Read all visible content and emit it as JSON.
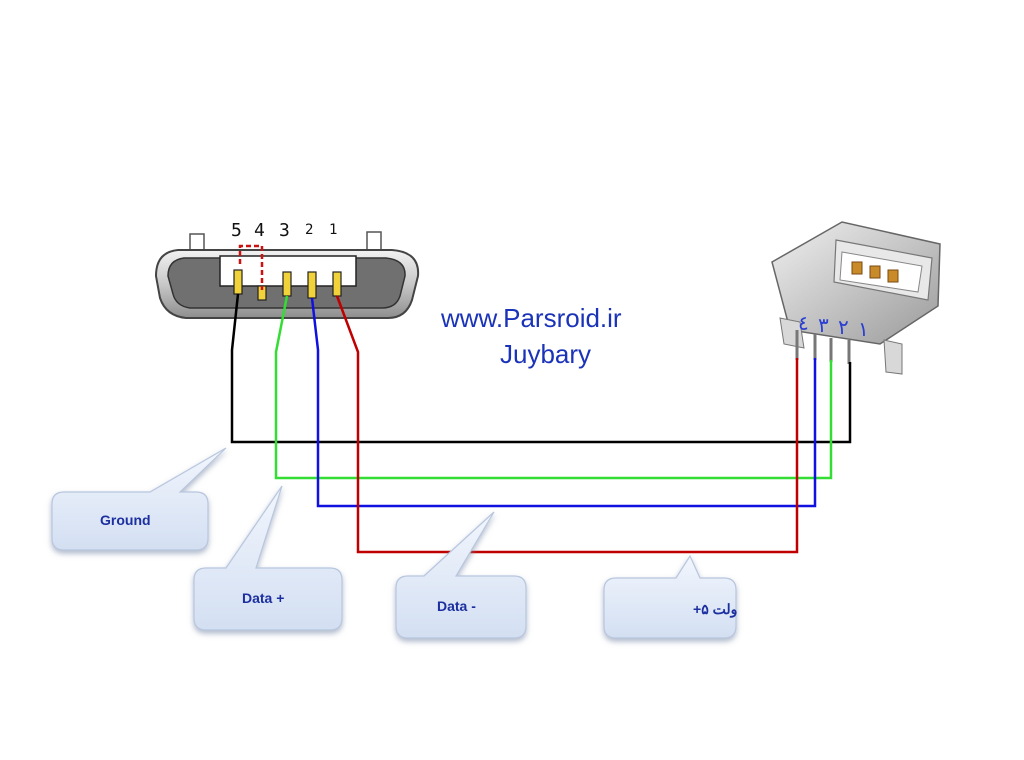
{
  "micro_usb": {
    "pin_labels": [
      "5",
      "4",
      "3",
      "2",
      "1"
    ]
  },
  "usb_a": {
    "pin_labels": [
      "٤",
      "٣",
      "٢",
      "١"
    ]
  },
  "watermark": {
    "line1": "www.Parsroid.ir",
    "line2": "Juybary"
  },
  "callouts": {
    "ground": "Ground",
    "data_plus": "Data +",
    "data_minus": "Data -",
    "vcc": "ولت ۵+"
  },
  "colors": {
    "ground_wire": "#000000",
    "data_plus_wire": "#33dd33",
    "data_minus_wire": "#1010e0",
    "vcc_wire": "#c00000",
    "callout_fill": "#dde7f6",
    "text_blue": "#1a33b8"
  }
}
